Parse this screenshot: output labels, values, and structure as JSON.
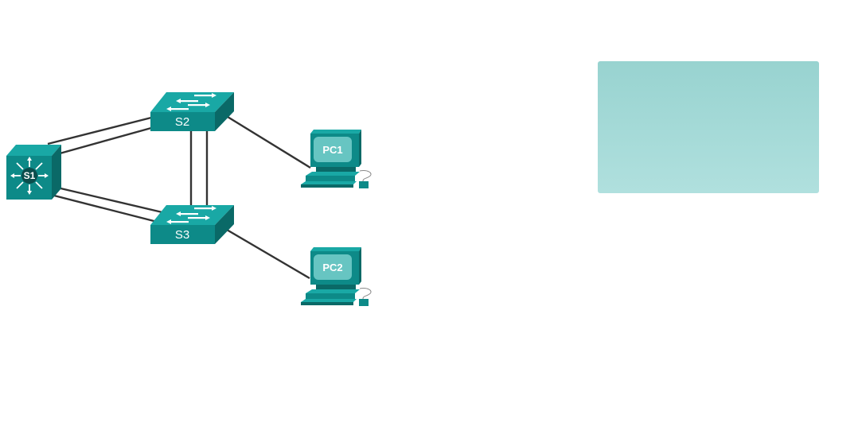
{
  "topology": {
    "devices": {
      "s1": {
        "label": "S1",
        "kind": "multilayer-switch"
      },
      "s2": {
        "label": "S2",
        "kind": "switch"
      },
      "s3": {
        "label": "S3",
        "kind": "switch"
      },
      "pc1": {
        "label": "PC1",
        "kind": "pc"
      },
      "pc2": {
        "label": "PC2",
        "kind": "pc"
      }
    },
    "links": [
      {
        "from": "S1",
        "to": "S2",
        "count": 2
      },
      {
        "from": "S1",
        "to": "S3",
        "count": 2
      },
      {
        "from": "S2",
        "to": "S3",
        "count": 2
      },
      {
        "from": "S2",
        "to": "PC1",
        "count": 1
      },
      {
        "from": "S3",
        "to": "PC2",
        "count": 1
      }
    ]
  },
  "colors": {
    "device_teal": "#0d8a88",
    "device_top": "#19a8a5",
    "device_dark": "#0a6967",
    "screen": "#67c5c2",
    "cable": "#333333",
    "panel_top": "#98d3d0",
    "panel_bottom": "#b0e0de"
  }
}
